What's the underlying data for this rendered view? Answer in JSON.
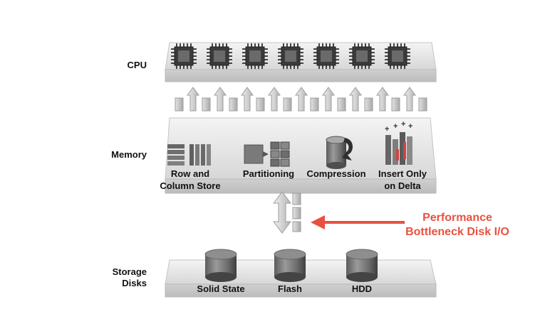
{
  "layers": {
    "cpu": {
      "label": "CPU"
    },
    "memory": {
      "label": "Memory"
    },
    "storage": {
      "label_line1": "Storage",
      "label_line2": "Disks"
    }
  },
  "memory_items": [
    {
      "line1": "Row and",
      "line2": "Column Store"
    },
    {
      "line1": "Partitioning"
    },
    {
      "line1": "Compression"
    },
    {
      "line1": "Insert Only",
      "line2": "on Delta"
    }
  ],
  "storage_items": [
    "Solid State",
    "Flash",
    "HDD"
  ],
  "callout": {
    "line1": "Performance",
    "line2": "Bottleneck Disk I/O",
    "color": "#e8513f"
  },
  "cpu_chip_count": 7
}
